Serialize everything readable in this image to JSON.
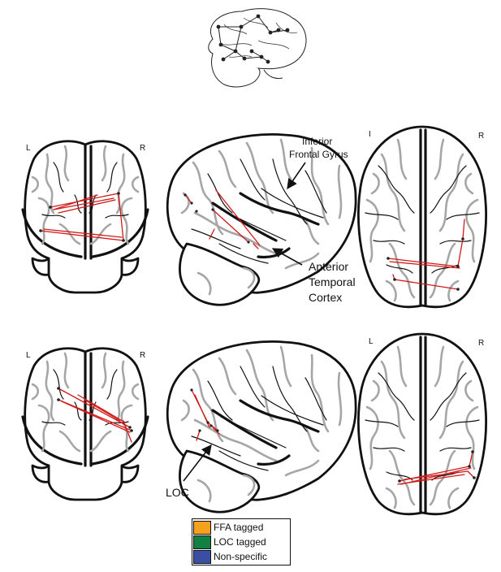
{
  "labels": {
    "view1_left": "L",
    "view1_right": "R",
    "view3_left": "I",
    "view3_right": "R",
    "view4_left": "L",
    "view4_right": "R",
    "view6_left": "L",
    "view6_right": "R",
    "ifg_line1": "Inferior",
    "ifg_line2": "Frontal Gyrus",
    "atc_line1": "Anterior",
    "atc_line2": "Temporal",
    "atc_line3": "Cortex",
    "loc": "LOC"
  },
  "legend": {
    "items": [
      {
        "label": "FFA tagged",
        "color": "#f4a11d"
      },
      {
        "label": "LOC tagged",
        "color": "#118040"
      },
      {
        "label": "Non-specific",
        "color": "#3a4fa3"
      }
    ]
  },
  "colors": {
    "connection": "#d01a1a",
    "gyri": "#a6a6a6",
    "outline": "#111111"
  }
}
